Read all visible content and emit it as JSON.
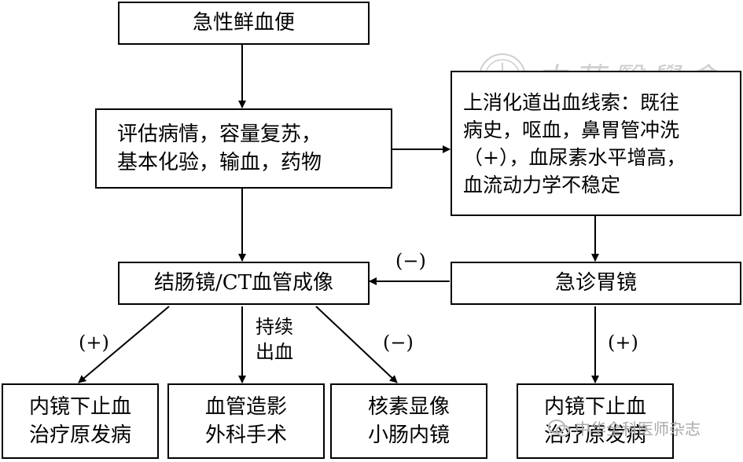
{
  "nodes": {
    "start": "急性鲜血便",
    "assess": [
      "评估病情，容量复苏，",
      "基本化验，输血，药物"
    ],
    "upper_gi_clues": [
      "上消化道出血线索：既往",
      "病史，呕血，鼻胃管冲洗",
      "（+），血尿素水平增高，",
      "血流动力学不稳定"
    ],
    "colonoscopy_cta": "结肠镜/CT血管成像",
    "emergency_gastroscopy": "急诊胃镜",
    "endo_hemostasis_left": [
      "内镜下止血",
      "治疗原发病"
    ],
    "angiography_surgery": [
      "血管造影",
      "外科手术"
    ],
    "nuclear_small_bowel": [
      "核素显像",
      "小肠内镜"
    ],
    "endo_hemostasis_right": [
      "内镜下止血",
      "治疗原发病"
    ]
  },
  "edge_labels": {
    "minus_to_colonoscopy": "(−)",
    "plus_left": "(+)",
    "continuous_bleeding": [
      "持续",
      "出血"
    ],
    "minus_middle": "(−)",
    "plus_right": "(+)"
  },
  "watermark": {
    "top_logo": "中華醫學會",
    "bottom_logo": "中华全科医师杂志",
    "bottom_icon": "wechat-icon"
  }
}
